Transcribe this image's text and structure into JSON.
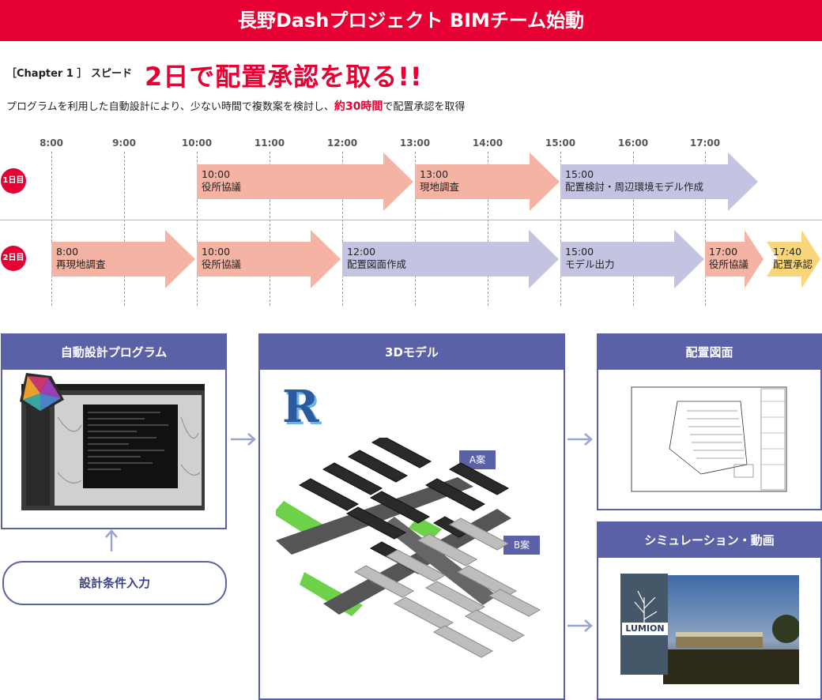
{
  "banner": {
    "title": "長野Dashプロジェクト BIMチーム始動"
  },
  "chapter": {
    "label": "［Chapter 1 ］ スピード",
    "headline": "2日で配置承認を取る!!",
    "subtitle_pre": "プログラムを利用した自動設計により、少ない時間で複数案を検討し、",
    "subtitle_highlight": "約30時間",
    "subtitle_post": "で配置承認を取得"
  },
  "timeline": {
    "hours": [
      "8:00",
      "9:00",
      "10:00",
      "11:00",
      "12:00",
      "13:00",
      "14:00",
      "15:00",
      "16:00",
      "17:00"
    ],
    "days": [
      {
        "label": "1日目",
        "tasks": [
          {
            "time": "10:00",
            "name": "役所協議",
            "color": "#f4b3a3"
          },
          {
            "time": "13:00",
            "name": "現地調査",
            "color": "#f4b3a3"
          },
          {
            "time": "15:00",
            "name": "配置検討・周辺環境モデル作成",
            "color": "#c4c3e2"
          }
        ]
      },
      {
        "label": "2日目",
        "tasks": [
          {
            "time": "8:00",
            "name": "再現地調査",
            "color": "#f4b3a3"
          },
          {
            "time": "10:00",
            "name": "役所協議",
            "color": "#f4b3a3"
          },
          {
            "time": "12:00",
            "name": "配置図面作成",
            "color": "#c4c3e2"
          },
          {
            "time": "15:00",
            "name": "モデル出力",
            "color": "#c4c3e2"
          },
          {
            "time": "17:00",
            "name": "役所協議",
            "color": "#f4b3a3"
          },
          {
            "time": "17:40",
            "name": "配置承認",
            "color": "#f9d67a"
          }
        ]
      }
    ]
  },
  "panels": {
    "program": {
      "title": "自動設計プログラム"
    },
    "model": {
      "title": "3Dモデル",
      "revit_logo": "R",
      "plan_a": "A案",
      "plan_b": "B案"
    },
    "drawing": {
      "title": "配置図面"
    },
    "simulation": {
      "title": "シミュレーション・動画",
      "lumion_logo": "LUMION"
    }
  },
  "input": {
    "label": "設計条件入力"
  },
  "colors": {
    "accent": "#e60033",
    "panel": "#5b61a6",
    "arrow_red": "#f4b3a3",
    "arrow_blue": "#c4c3e2",
    "arrow_yellow": "#f9d67a"
  }
}
